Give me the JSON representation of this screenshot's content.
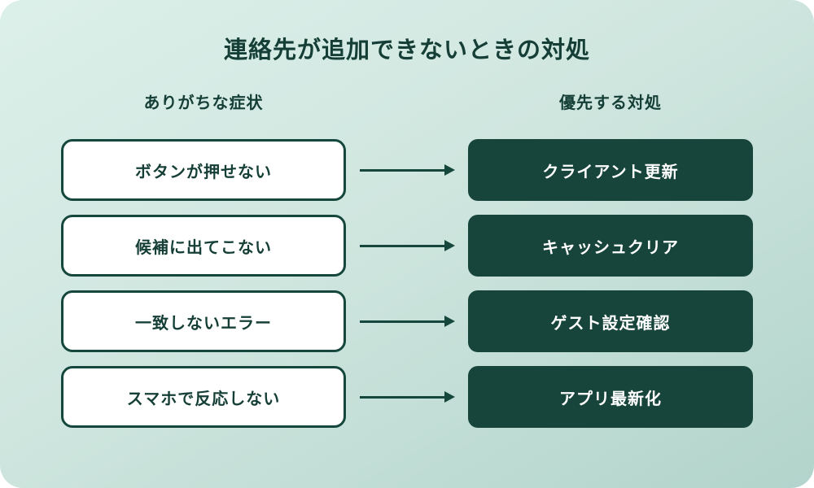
{
  "title": "連絡先が追加できないときの対処",
  "columns": {
    "left": "ありがちな症状",
    "right": "優先する対処"
  },
  "rows": [
    {
      "symptom": "ボタンが押せない",
      "action": "クライアント更新"
    },
    {
      "symptom": "候補に出てこない",
      "action": "キャッシュクリア"
    },
    {
      "symptom": "一致しないエラー",
      "action": "ゲスト設定確認"
    },
    {
      "symptom": "スマホで反応しない",
      "action": "アプリ最新化"
    }
  ],
  "colors": {
    "dark_teal": "#15473c",
    "text_dark": "#153f36",
    "box_white": "#ffffff",
    "dark_box_bg": "#17453b",
    "bg_start": "#ddf0ea",
    "bg_mid": "#cfe6df",
    "bg_end": "#b2d4cb"
  }
}
